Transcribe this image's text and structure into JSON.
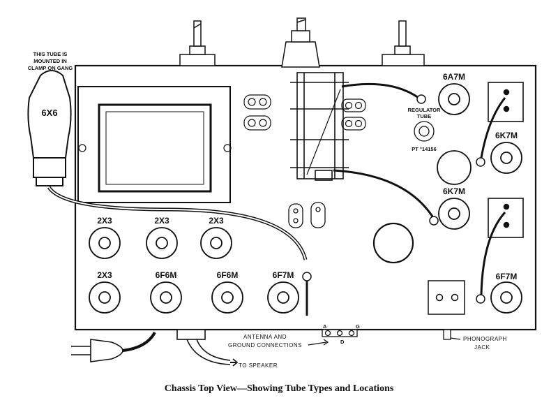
{
  "caption": "Chassis Top View—Showing Tube Types and Locations",
  "mounted_note": [
    "THIS TUBE IS",
    "MOUNTED IN",
    "CLAMP ON GANG"
  ],
  "regulator_label": [
    "REGULATOR",
    "TUBE"
  ],
  "part_number": "PT °14156",
  "antenna_label": [
    "ANTENNA AND",
    "GROUND CONNECTIONS"
  ],
  "antenna_terminals": [
    "A",
    "G",
    "D"
  ],
  "phono_label": [
    "PHONOGRAPH",
    "JACK"
  ],
  "speaker_label": "TO SPEAKER",
  "tubes": {
    "big_tube": "6X6",
    "t_6a7m": "6A7M",
    "t_6k7m_a": "6K7M",
    "t_6k7m_b": "6K7M",
    "t_6f7m_right": "6F7M",
    "t_2x3_a": "2X3",
    "t_2x3_b": "2X3",
    "t_2x3_c": "2X3",
    "t_2x3_d": "2X3",
    "t_6f6m_a": "6F6M",
    "t_6f6m_b": "6F6M",
    "t_6f7m_bottom": "6F7M"
  }
}
